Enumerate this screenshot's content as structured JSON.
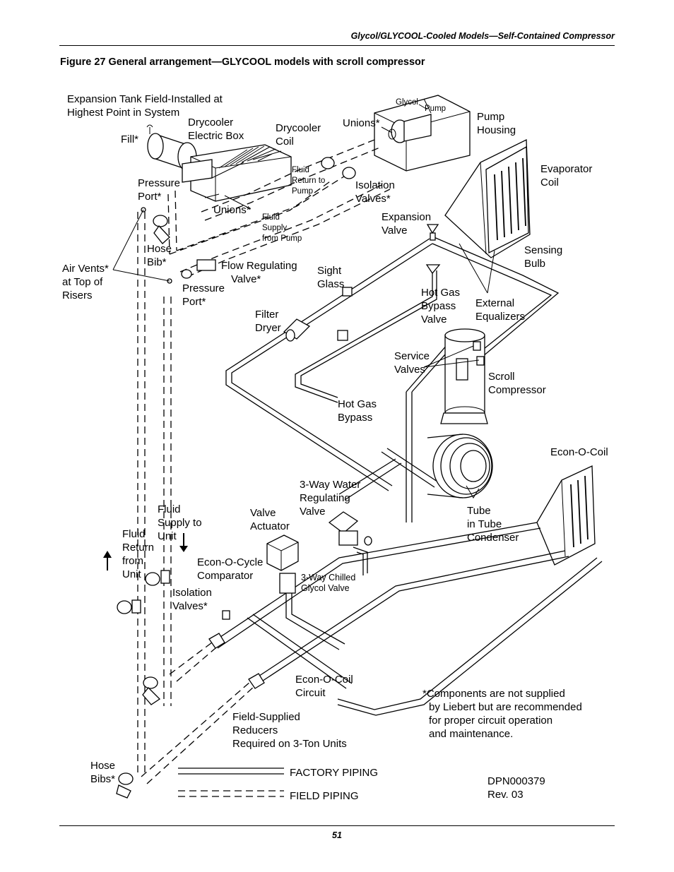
{
  "header": {
    "running_title": "Glycol/GLYCOOL-Cooled Models—Self-Contained Compressor",
    "figure_title": "Figure 27  General arrangement—GLYCOOL models with scroll compressor",
    "page_number": "51"
  },
  "labels": {
    "expansion_tank": [
      "Expansion Tank Field-Installed at",
      "Highest Point in System"
    ],
    "fill": "Fill*",
    "drycooler_electric_box": [
      "Drycooler",
      "Electric Box"
    ],
    "drycooler_coil": [
      "Drycooler",
      "Coil"
    ],
    "glycol_pump": [
      "Glycol",
      "Pump"
    ],
    "unions_top": "Unions*",
    "pump_housing": [
      "Pump",
      "Housing"
    ],
    "evaporator_coil": [
      "Evaporator",
      "Coil"
    ],
    "fluid_return_to_pump": [
      "Fluid",
      "Return to",
      "Pump"
    ],
    "isolation_valves_top": [
      "Isolation",
      "Valves*"
    ],
    "pressure_port_top": [
      "Pressure",
      "Port*"
    ],
    "unions_mid": "Unions*",
    "fluid_supply_from_pump": [
      "Fluid",
      "Supply",
      "from Pump"
    ],
    "expansion_valve": [
      "Expansion",
      "Valve"
    ],
    "hose_bib": [
      "Hose",
      "Bib*"
    ],
    "sensing_bulb": [
      "Sensing",
      "Bulb"
    ],
    "air_vents": [
      "Air Vents*",
      "at Top of",
      "Risers"
    ],
    "flow_regulating_valve": [
      "Flow Regulating",
      "Valve*"
    ],
    "sight_glass": [
      "Sight",
      "Glass"
    ],
    "pressure_port_mid": [
      "Pressure",
      "Port*"
    ],
    "hot_gas_bypass_valve": [
      "Hot Gas",
      "Bypass",
      "Valve"
    ],
    "external_equalizers": [
      "External",
      "Equalizers"
    ],
    "filter_dryer": [
      "Filter",
      "Dryer"
    ],
    "service_valves": [
      "Service",
      "Valves"
    ],
    "scroll_compressor": [
      "Scroll",
      "Compressor"
    ],
    "hot_gas_bypass": [
      "Hot Gas",
      "Bypass"
    ],
    "econ_o_coil": "Econ-O-Coil",
    "three_way_water_valve": [
      "3-Way Water",
      "Regulating",
      "Valve"
    ],
    "tube_in_tube_condenser": [
      "Tube",
      "in Tube",
      "Condenser"
    ],
    "valve_actuator": [
      "Valve",
      "Actuator"
    ],
    "fluid_supply_to_unit": [
      "Fluid",
      "Supply to",
      "Unit"
    ],
    "fluid_return_from_unit": [
      "Fluid",
      "Return",
      "from",
      "Unit"
    ],
    "econ_o_cycle_comparator": [
      "Econ-O-Cycle",
      "Comparator"
    ],
    "three_way_chilled_glycol_valve": [
      "3-Way Chilled",
      "Glycol Valve"
    ],
    "isolation_valves_bottom": [
      "Isolation",
      "Valves*"
    ],
    "econ_o_coil_circuit": [
      "Econ-O-Coil",
      "Circuit"
    ],
    "footnote": [
      "*Components are not supplied",
      "by Liebert but are recommended",
      "for proper circuit operation",
      "and maintenance."
    ],
    "field_supplied_reducers": [
      "Field-Supplied",
      "Reducers",
      "Required on 3-Ton Units"
    ],
    "hose_bibs": [
      "Hose",
      "Bibs*"
    ],
    "doc_number": [
      "DPN000379",
      "Rev. 03"
    ]
  },
  "legend": {
    "factory_piping": "FACTORY PIPING",
    "field_piping": "FIELD PIPING"
  }
}
